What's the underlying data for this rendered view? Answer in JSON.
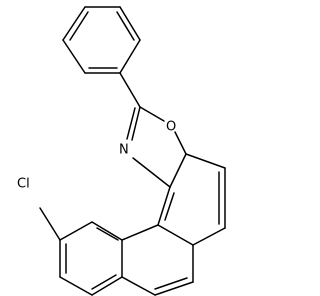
{
  "structure": {
    "atoms": {
      "oxygen": "O",
      "nitrogen": "N",
      "chlorine": "Cl"
    }
  }
}
